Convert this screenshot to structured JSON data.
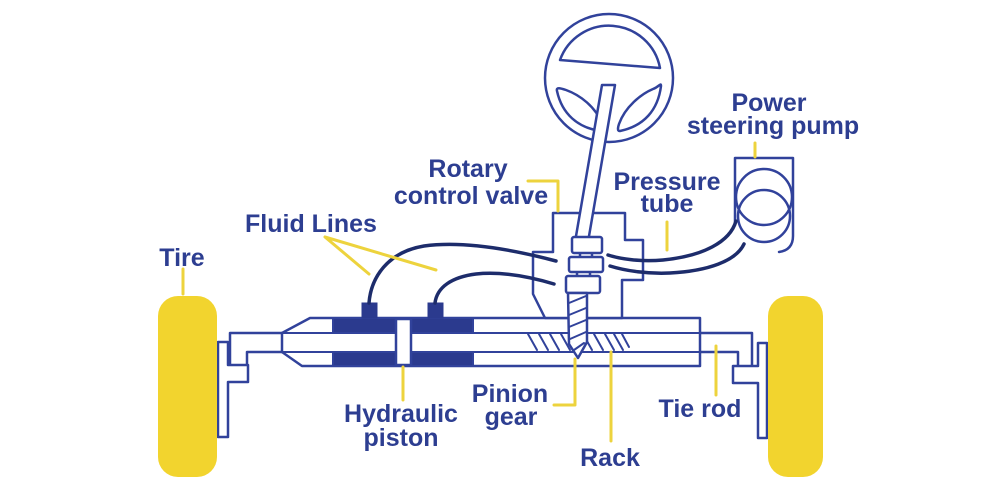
{
  "colors": {
    "background": "#ffffff",
    "text": "#2d3e91",
    "outline": "#31429b",
    "dark_line": "#1d2c6b",
    "blue_fill": "#2b3a8e",
    "tire_yellow": "#f2d42e",
    "leader_yellow": "#edd33d"
  },
  "labels": {
    "tire": "Tire",
    "fluid_lines": "Fluid Lines",
    "rotary_control_valve_line1": "Rotary",
    "rotary_control_valve_line2": "control valve",
    "pressure_tube_line1": "Pressure",
    "pressure_tube_line2": "tube",
    "power_steering_pump_line1": "Power",
    "power_steering_pump_line2": "steering pump",
    "hydraulic_piston_line1": "Hydraulic",
    "hydraulic_piston_line2": "piston",
    "pinion_gear_line1": "Pinion",
    "pinion_gear_line2": "gear",
    "rack": "Rack",
    "tie_rod": "Tie rod"
  }
}
